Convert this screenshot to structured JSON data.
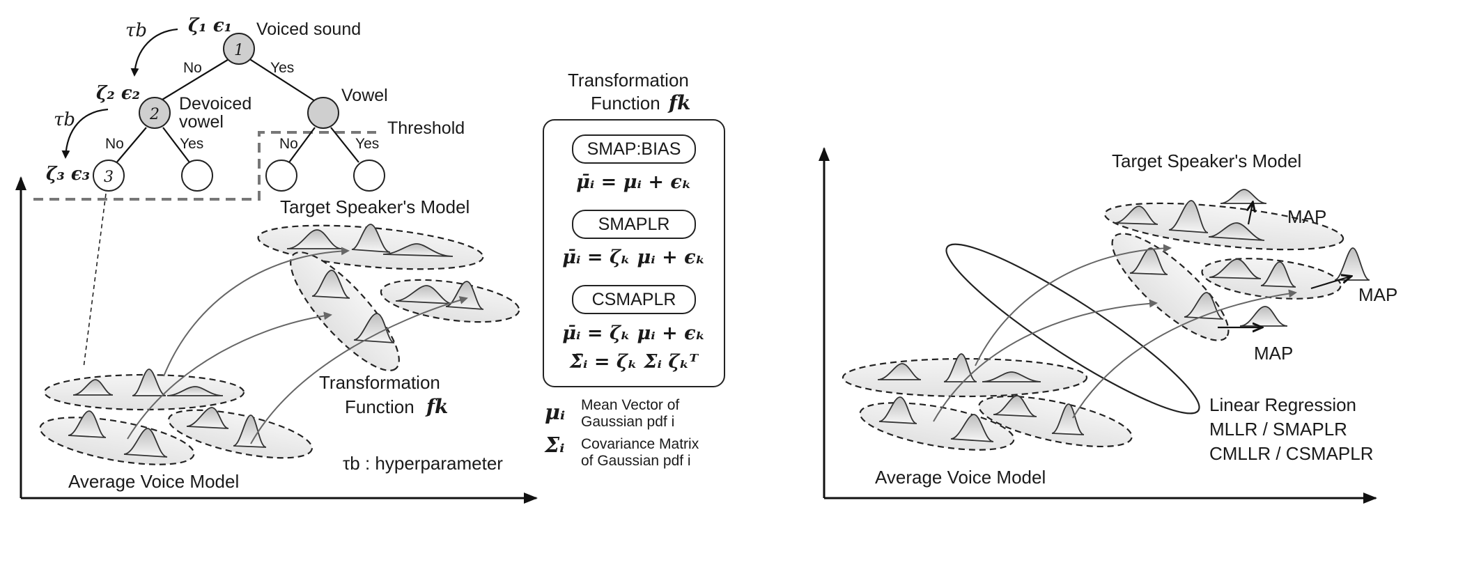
{
  "left": {
    "tree": {
      "root_params": "ζ₁ ϵ₁",
      "root_label": "Voiced sound",
      "root_id": "1",
      "node2_params": "ζ₂ ϵ₂",
      "node2_label_line1": "Devoiced",
      "node2_label_line2": "vowel",
      "node2_id": "2",
      "node3_params": "ζ₃ ϵ₃",
      "node3_id": "3",
      "vowel_label": "Vowel",
      "no": "No",
      "yes": "Yes",
      "tau": "τb",
      "threshold": "Threshold"
    },
    "target_speaker_model": "Target Speaker's Model",
    "average_voice_model": "Average Voice Model",
    "transformation_function_line1": "Transformation",
    "transformation_function_line2": "Function",
    "f_k": "fk",
    "hyperparameter": "τb : hyperparameter"
  },
  "middle": {
    "title_line1": "Transformation",
    "title_line2": "Function",
    "title_f": "fk",
    "methods": [
      {
        "name": "SMAP:BIAS",
        "formula1": "μ̄ᵢ = μᵢ + ϵₖ"
      },
      {
        "name": "SMAPLR",
        "formula1": "μ̄ᵢ = ζₖ μᵢ + ϵₖ"
      },
      {
        "name": "CSMAPLR",
        "formula1": "μ̄ᵢ = ζₖ μᵢ + ϵₖ",
        "formula2": "Σ̄ᵢ = ζₖ Σᵢ ζₖᵀ"
      }
    ],
    "legend": [
      {
        "symbol": "μᵢ",
        "line1": "Mean Vector of",
        "line2": "Gaussian pdf i"
      },
      {
        "symbol": "Σᵢ",
        "line1": "Covariance Matrix",
        "line2": "of Gaussian pdf i"
      }
    ]
  },
  "right": {
    "target_speaker_model": "Target Speaker's Model",
    "average_voice_model": "Average Voice Model",
    "map_labels": [
      "MAP",
      "MAP",
      "MAP"
    ],
    "linear_regression": "Linear Regression",
    "lr_line2": "MLLR / SMAPLR",
    "lr_line3": "CMLLR / CSMAPLR"
  }
}
